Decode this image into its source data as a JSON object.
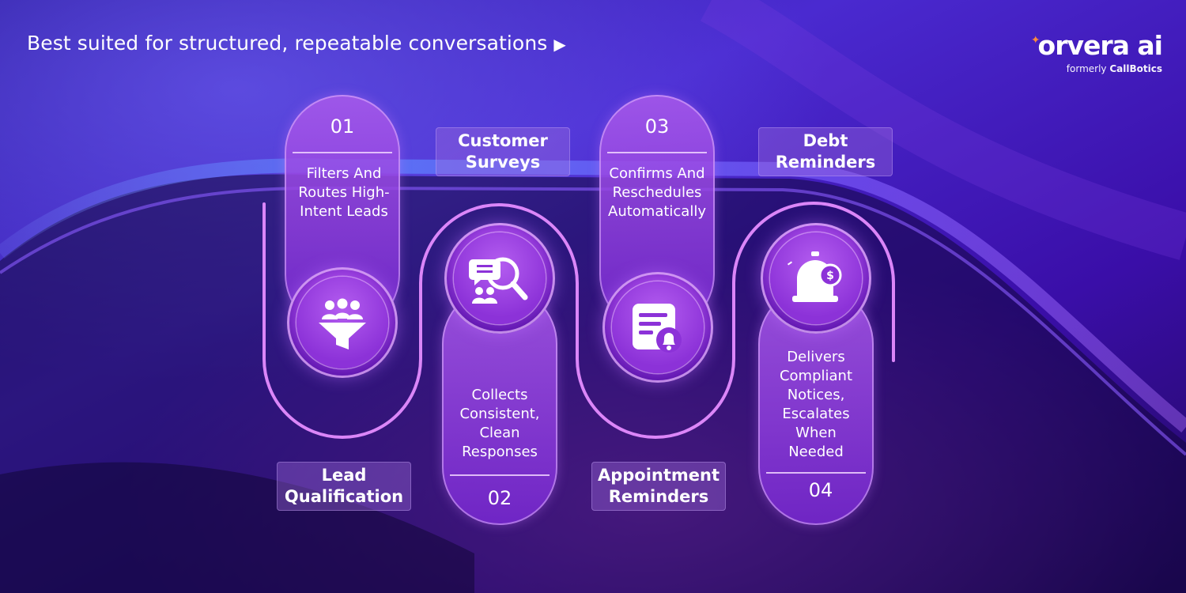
{
  "headline": "Best suited for structured, repeatable conversations",
  "brand": {
    "name": "orvera ai",
    "tagline_prefix": "formerly",
    "tagline_brand": "CallBotics",
    "accent": "#ff8a3d"
  },
  "steps": [
    {
      "number": "01",
      "description": "Filters And Routes High-Intent Leads",
      "label": "Lead Qualification",
      "icon": "funnel-people-icon"
    },
    {
      "number": "02",
      "description": "Collects Consistent, Clean Responses",
      "label": "Customer Surveys",
      "icon": "survey-search-icon"
    },
    {
      "number": "03",
      "description": "Confirms And Reschedules Automatically",
      "label": "Appointment Reminders",
      "icon": "calendar-bell-icon"
    },
    {
      "number": "04",
      "description": "Delivers Compliant Notices, Escalates When Needed",
      "label": "Debt Reminders",
      "icon": "bell-dollar-icon"
    }
  ],
  "colors": {
    "background_dark": "#1a0a66",
    "accent_purple": "#a64ff0",
    "connector": "#e58cff"
  }
}
